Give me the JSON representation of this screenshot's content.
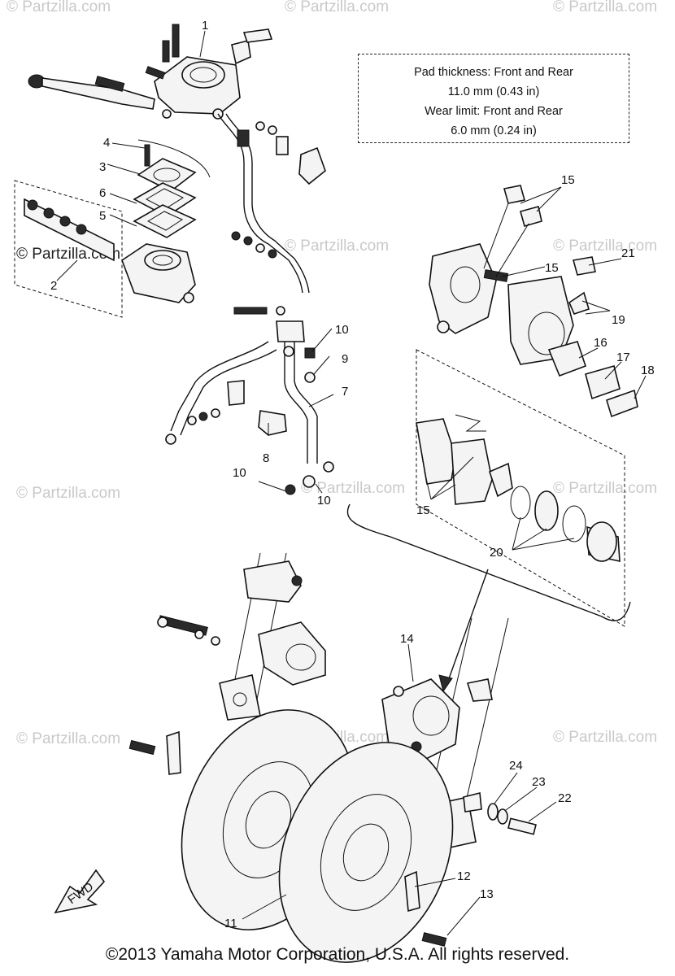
{
  "watermark": "© Partzilla.com",
  "spec": {
    "line1": "Pad thickness:  Front and Rear",
    "line2": "11.0 mm (0.43 in)",
    "line3": "Wear limit:  Front and Rear",
    "line4": "6.0 mm (0.24 in)"
  },
  "labels": {
    "p1": "1",
    "p2": "2",
    "p3": "3",
    "p4": "4",
    "p5": "5",
    "p6": "6",
    "p7": "7",
    "p8": "8",
    "p9": "9",
    "p10a": "10",
    "p10b": "10",
    "p10c": "10",
    "p11": "11",
    "p12": "12",
    "p13": "13",
    "p14": "14",
    "p15a": "15",
    "p15b": "15",
    "p15c": "15",
    "p16": "16",
    "p17": "17",
    "p18": "18",
    "p19": "19",
    "p20": "20",
    "p21": "21",
    "p22": "22",
    "p23": "23",
    "p24": "24"
  },
  "fwd_label": "FWD",
  "copyright": "©2013  Yamaha Motor Corporation, U.S.A. All rights reserved."
}
